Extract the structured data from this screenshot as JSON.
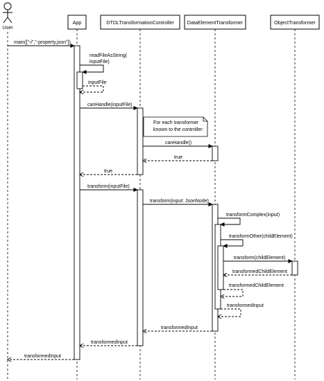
{
  "participants": {
    "user": "User",
    "app": "App",
    "controller": "DTDLTransformationController",
    "data_element_transformer": "DataElementTransformer",
    "object_transformer": "ObjectTransformer"
  },
  "note": {
    "line1": "For each transformer",
    "line2": "known to the controller:"
  },
  "messages": {
    "main": "main([\"-i\",\"-property.json\"])",
    "read_file_line1": "readFileAsString(",
    "read_file_line2": "inputFile)",
    "input_file_return": "inputFile",
    "can_handle_input": "canHandle(inputFile)",
    "can_handle": "canHandle()",
    "true_inner": "true",
    "true_outer": "true",
    "transform_input_file": "transform(inputFile)",
    "transform_json_node": "transform(input: JsonNode)",
    "transform_complex": "transformComplex(input)",
    "transform_other": "transformOther(childElement)",
    "transform_child": "transform(childElement)",
    "transformed_child_1": "transformedChildElement",
    "transformed_child_2": "transformedChildElement",
    "transformed_input_1": "transformedInput",
    "transformed_input_2": "transformedInput",
    "transformed_input_3": "transformedInput",
    "transformed_input_4": "transformedInput"
  }
}
